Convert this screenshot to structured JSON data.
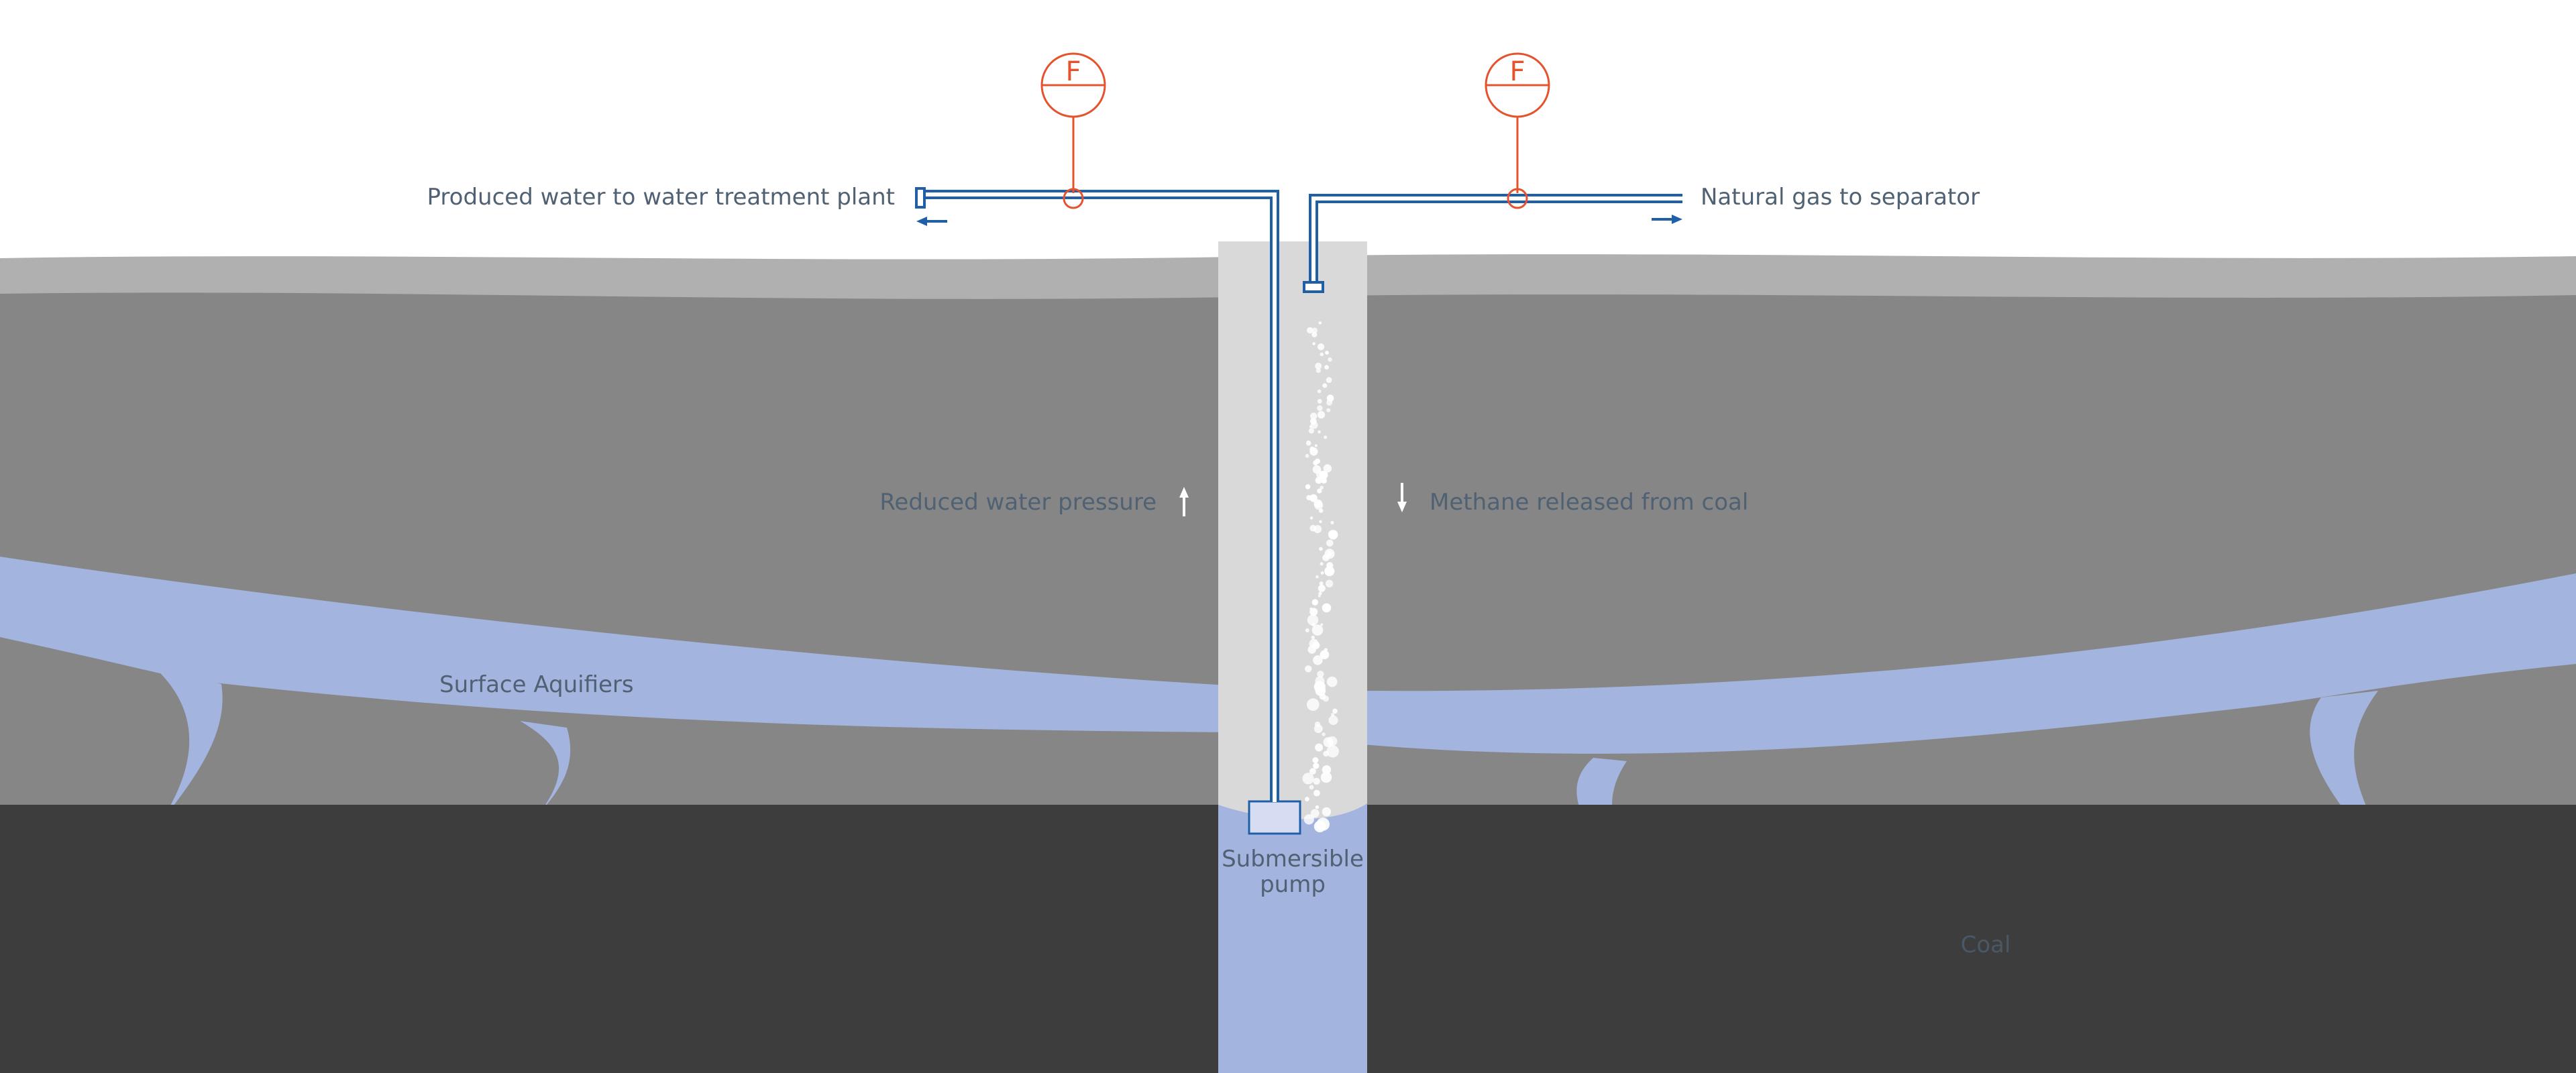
{
  "labels": {
    "produced_water": "Produced water to water treatment plant",
    "natural_gas": "Natural gas to separator",
    "reduced_pressure": "Reduced water pressure",
    "methane_released": "Methane released from coal",
    "surface_aquifiers": "Surface Aquifiers",
    "pump_line1": "Submersible",
    "pump_line2": "pump",
    "coal": "Coal"
  },
  "meters": {
    "water_meter_letter": "F",
    "gas_meter_letter": "F"
  },
  "colors": {
    "sky": "#ffffff",
    "topsoil": "#b0b0b0",
    "rock": "#868686",
    "coal": "#3d3d3d",
    "aquifer": "#a3b4de",
    "well_casing": "#d9d9d9",
    "pipe": "#1e5fa8",
    "meter": "#e5532e",
    "bubbles": "#ffffff"
  }
}
